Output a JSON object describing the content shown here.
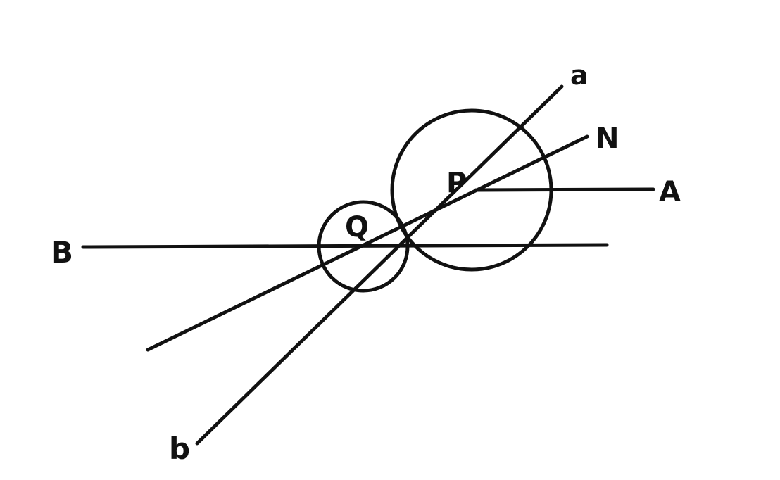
{
  "colors": {
    "ink": "#111111",
    "background": "#ffffff"
  },
  "labels": {
    "a": "a",
    "N": "N",
    "P": "P",
    "A": "A",
    "Q": "Q",
    "B": "B",
    "b": "b"
  }
}
